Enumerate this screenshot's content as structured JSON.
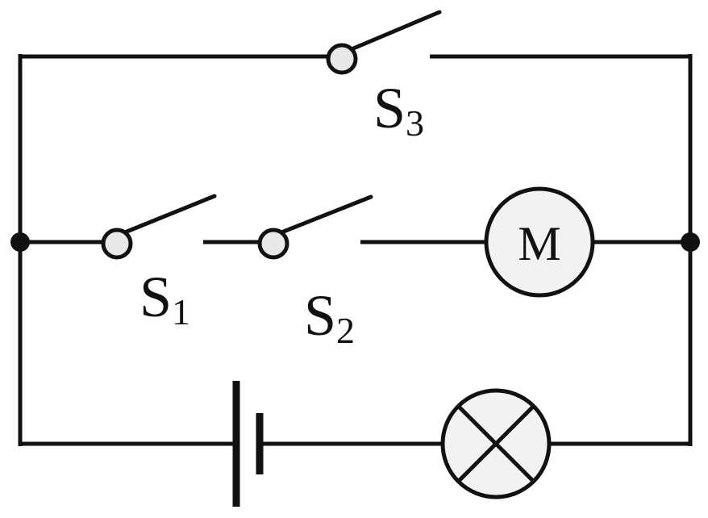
{
  "diagram": {
    "switches": [
      {
        "letter": "S",
        "subscript": "3"
      },
      {
        "letter": "S",
        "subscript": "1"
      },
      {
        "letter": "S",
        "subscript": "2"
      }
    ],
    "motor_label": "M",
    "components": [
      "switch",
      "switch",
      "switch",
      "motor",
      "battery",
      "lamp",
      "junction",
      "junction"
    ],
    "colors": {
      "line": "#111111",
      "contact_fill": "#e8e8e8",
      "component_fill": "#f2f2f2",
      "background": "#ffffff"
    }
  }
}
